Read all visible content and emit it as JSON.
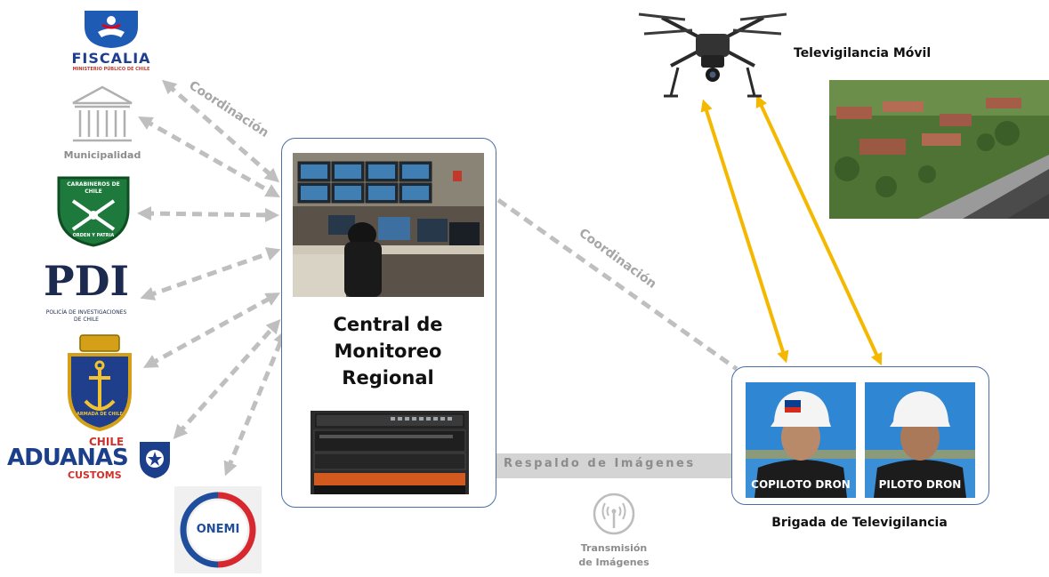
{
  "agencies": {
    "fiscalia": {
      "name": "FISCALIA",
      "sub": "MINISTERIO PÚBLICO DE CHILE"
    },
    "municipalidad": {
      "name": "Municipalidad"
    },
    "carabineros": {
      "top": "CARABINEROS DE",
      "top2": "CHILE",
      "bottom": "ORDEN Y PATRIA"
    },
    "pdi": {
      "name": "PDI",
      "sub1": "POLICÍA DE INVESTIGACIONES",
      "sub2": "DE CHILE"
    },
    "armada": {
      "name": "ARMADA DE CHILE"
    },
    "aduanas": {
      "chile": "CHILE",
      "name": "ADUANAS",
      "customs": "CUSTOMS"
    },
    "onemi": {
      "name": "ONEMI"
    }
  },
  "labels": {
    "coord_left": "Coordinación",
    "coord_mid": "Coordinación",
    "respaldo": "Respaldo de Imágenes",
    "transmision_1": "Transmisión",
    "transmision_2": "de Imágenes",
    "televigilancia_movil": "Televigilancia Móvil",
    "brigada": "Brigada de Televigilancia",
    "copiloto": "COPILOTO DRON",
    "piloto": "PILOTO DRON"
  },
  "central": {
    "line1": "Central de",
    "line2": "Monitoreo",
    "line3": "Regional"
  },
  "colors": {
    "box_border": "#4a6fa5",
    "dashed_arrow": "#bfbfbf",
    "drone_link": "#f5b800"
  },
  "icons": {
    "drone": "drone-icon",
    "antenna": "antenna-icon",
    "building": "municipal-building-icon"
  }
}
